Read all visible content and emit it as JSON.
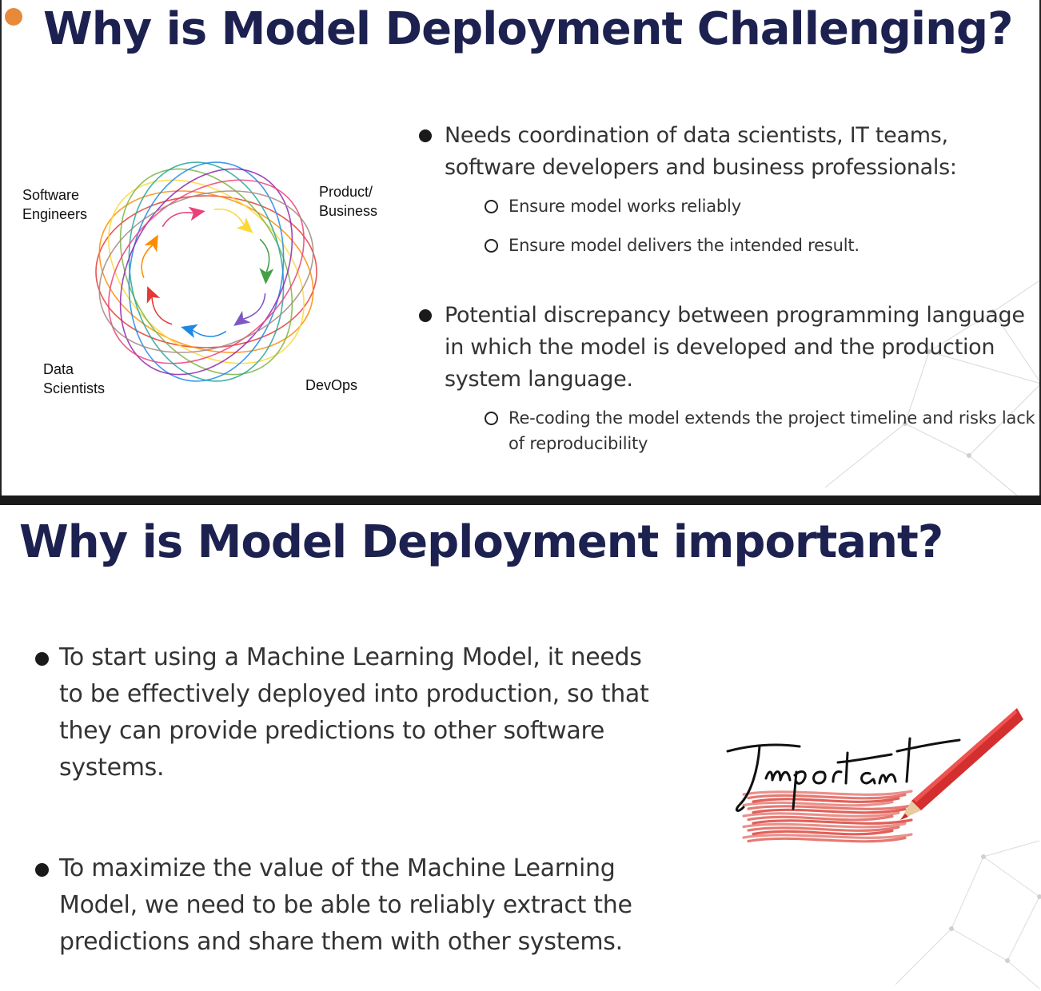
{
  "theme": {
    "title_color": "#1c2150",
    "accent": "#e8893a",
    "text_color": "#333333"
  },
  "slide1": {
    "title": "Why is Model Deployment Challenging?",
    "diagram": {
      "roles": {
        "software_engineers": "Software\nEngineers",
        "product_business": "Product/\nBusiness",
        "data_scientists": "Data\nScientists",
        "devops": "DevOps"
      },
      "ring_colors": [
        "#e53935",
        "#fb8c00",
        "#fdd835",
        "#7cb342",
        "#26a69a",
        "#1e88e5",
        "#8e24aa",
        "#ec407a",
        "#a1887f"
      ],
      "arrow_colors": [
        "#ec407a",
        "#fdd835",
        "#43a047",
        "#7e57c2",
        "#1e88e5",
        "#e53935",
        "#fb8c00"
      ]
    },
    "bullets": [
      {
        "text": "Needs coordination of data scientists, IT teams, software developers and business professionals:",
        "subs": [
          "Ensure model works reliably",
          "Ensure model delivers the intended result."
        ]
      },
      {
        "text": "Potential discrepancy between programming language in which the model is developed and the production system language.",
        "subs": [
          "Re-coding the model extends the project timeline and risks lack of reproducibility"
        ]
      }
    ]
  },
  "slide2": {
    "title": "Why is Model Deployment important?",
    "bullets": [
      {
        "text": "To start using a Machine Learning Model, it needs to be effectively deployed into production, so that they can provide predictions to other software systems."
      },
      {
        "text": "To maximize the value of the Machine Learning Model, we need to be able to reliably extract the predictions and share them with other systems."
      }
    ],
    "illustration": {
      "word": "Important",
      "pencil_color": "#e53935",
      "scribble_color": "#d9352b"
    }
  }
}
